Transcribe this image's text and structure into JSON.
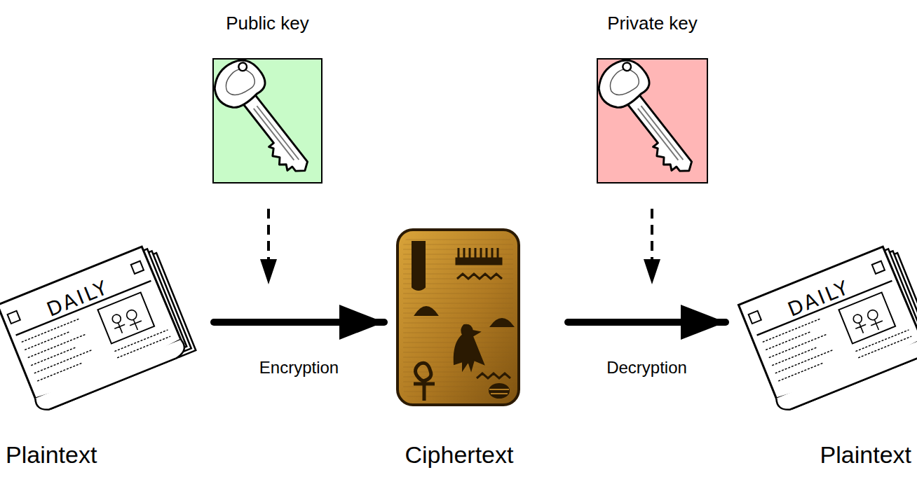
{
  "diagram": {
    "nodes": [
      {
        "text": [
          "Public key"
        ]
      },
      {
        "text": [
          "Private key"
        ]
      },
      {
        "text": [
          "Plaintext"
        ]
      },
      {
        "text": [
          "Ciphertext"
        ]
      },
      {
        "text": [
          "Plaintext"
        ]
      }
    ],
    "edges": [
      {
        "from": 2,
        "to": 3,
        "arrow": "to",
        "label": "Encryption"
      },
      {
        "from": 3,
        "to": 4,
        "arrow": "to",
        "label": "Decryption"
      }
    ],
    "labels": [
      "DAILY",
      "DAILY"
    ]
  }
}
